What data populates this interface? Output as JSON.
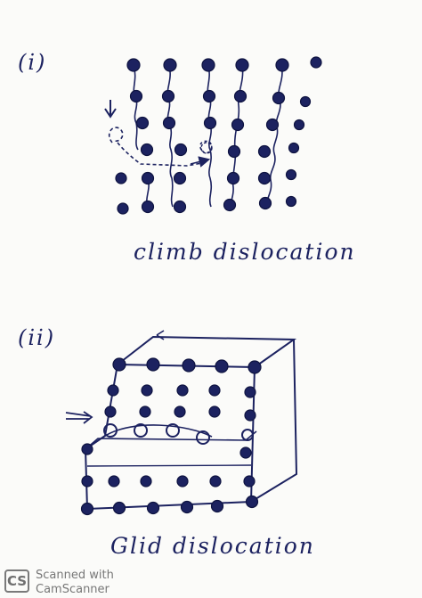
{
  "diagram_1": {
    "label": "(i)",
    "caption": "climb dislocation"
  },
  "diagram_2": {
    "label": "(ii)",
    "caption": "Glid dislocation"
  },
  "watermark": {
    "logo": "CS",
    "line1": "Scanned with",
    "line2": "CamScanner"
  },
  "colors": {
    "ink": "#1c2260",
    "paper": "#fbfbf9",
    "watermark": "#777777"
  }
}
